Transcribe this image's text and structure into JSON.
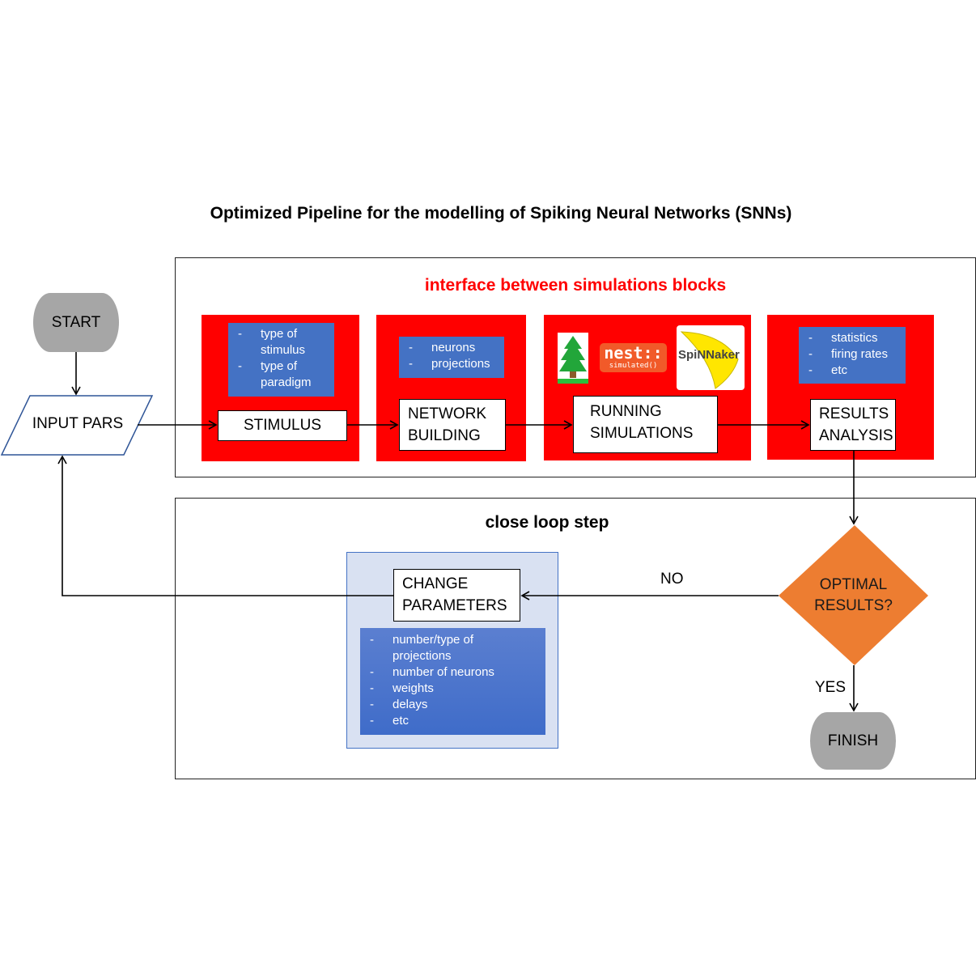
{
  "title": "Optimized Pipeline for the modelling of Spiking Neural Networks (SNNs)",
  "interface_frame": {
    "title": "interface between simulations blocks"
  },
  "loop_frame": {
    "title": "close loop step"
  },
  "start": {
    "label": "START"
  },
  "input": {
    "label": "INPUT PARS"
  },
  "stimulus": {
    "label": "STIMULUS",
    "notes": [
      "type of stimulus",
      "type of paradigm"
    ]
  },
  "network": {
    "label_lines": [
      "NETWORK",
      "BUILDING"
    ],
    "notes": [
      "neurons",
      "projections"
    ]
  },
  "running": {
    "label_lines": [
      "RUNNING",
      "SIMULATIONS"
    ],
    "logos": {
      "nest_main": "nest::",
      "nest_sub": "simulated()",
      "spinnaker": "SpiNNaker"
    }
  },
  "results": {
    "label_lines": [
      "RESULTS",
      "ANALYSIS"
    ],
    "notes": [
      "statistics",
      "firing rates",
      "etc"
    ]
  },
  "decision": {
    "label_lines": [
      "OPTIMAL",
      "RESULTS?"
    ]
  },
  "no_label": "NO",
  "yes_label": "YES",
  "finish": {
    "label": "FINISH"
  },
  "change": {
    "label_lines": [
      "CHANGE",
      "PARAMETERS"
    ],
    "notes": [
      "number/type of projections",
      "number of neurons",
      "weights",
      "delays",
      "etc"
    ]
  },
  "colors": {
    "red_block": "#ff0000",
    "note_blue": "#4472c4",
    "decision_orange": "#ed7d31",
    "terminal_gray": "#a6a6a6",
    "loop_panel": "#d9e1f2",
    "title_red": "#ff0000"
  }
}
